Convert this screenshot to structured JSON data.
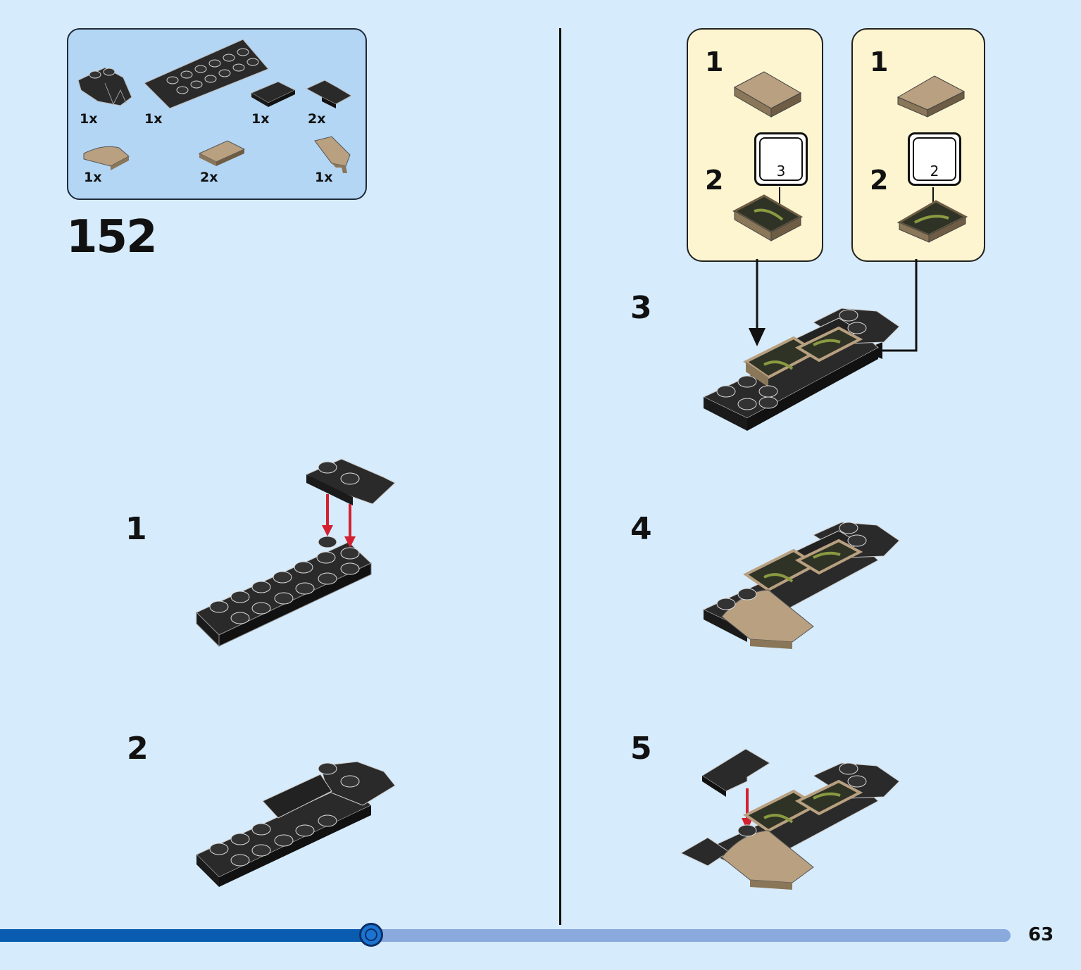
{
  "parts_list": {
    "row1": [
      "1x",
      "1x",
      "1x",
      "2x"
    ],
    "row2": [
      "1x",
      "2x",
      "1x"
    ]
  },
  "step_number": "152",
  "sub_steps": [
    "1",
    "2",
    "3",
    "4",
    "5"
  ],
  "callouts": [
    {
      "step1": "1",
      "step2": "2",
      "sticker_number": "3"
    },
    {
      "step1": "1",
      "step2": "2",
      "sticker_number": "2"
    }
  ],
  "progress": {
    "fraction": 0.367
  },
  "page_number": "63",
  "colors": {
    "background": "#d6ebfb",
    "parts_box": "#b3d6f4",
    "callout": "#fdf5cf",
    "brick_black": "#2a2a2a",
    "brick_tan": "#b8a080",
    "arrow_red": "#d42030",
    "progress_fill": "#0a5cb0",
    "progress_track": "#8aaadd"
  }
}
